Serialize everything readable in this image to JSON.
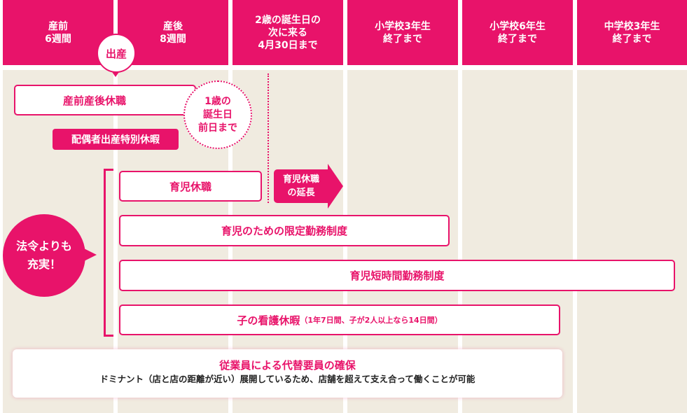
{
  "header": [
    "産前\n6週間",
    "産後\n8週間",
    "2歳の誕生日の\n次に来る\n4月30日まで",
    "小学校3年生\n終了まで",
    "小学校6年生\n終了まで",
    "中学校3年生\n終了まで"
  ],
  "birth": "出産",
  "maternity_leave": "産前産後休職",
  "first_birthday": "1歳の\n誕生日\n前日まで",
  "spouse_leave": "配偶者出産特別休暇",
  "childcare_leave": "育児休職",
  "extension": "育児休職\nの延長",
  "limited_work": "育児のための限定勤務制度",
  "short_hours": "育児短時間勤務制度",
  "nursing_leave": "子の看護休暇",
  "nursing_note": "（1年7日間、子が2人以上なら14日間）",
  "beyond_law": "法令よりも\n充実！",
  "substitute_title": "従業員による代替要員の確保",
  "substitute_desc": "ドミナント（店と店の距離が近い）展開しているため、店舗を超えて支え合って働くことが可能",
  "colors": {
    "accent": "#e8136a",
    "bg": "#f0ebe0"
  }
}
